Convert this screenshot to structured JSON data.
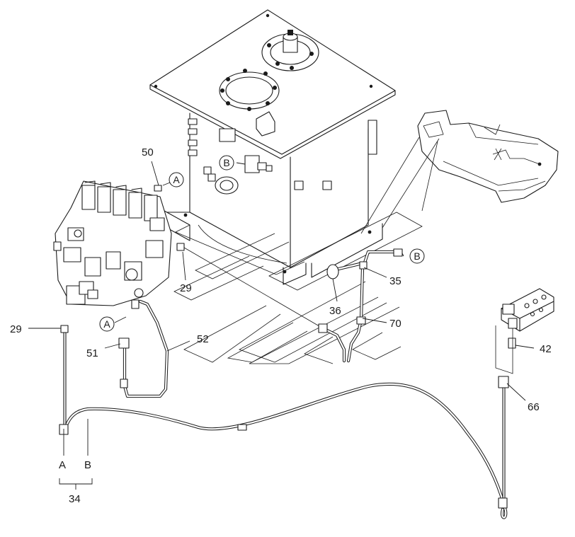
{
  "labels": {
    "p50": "50",
    "p29a": "29",
    "p29b": "29",
    "p51": "51",
    "p52": "52",
    "p35": "35",
    "p36": "36",
    "p70": "70",
    "p42": "42",
    "p66": "66",
    "p34": "34"
  },
  "connectors": {
    "a_top": "A",
    "a_bottom": "A",
    "b_tank": "B",
    "b_right": "B"
  },
  "hose_ends": {
    "end_a": "A",
    "end_b": "B"
  }
}
